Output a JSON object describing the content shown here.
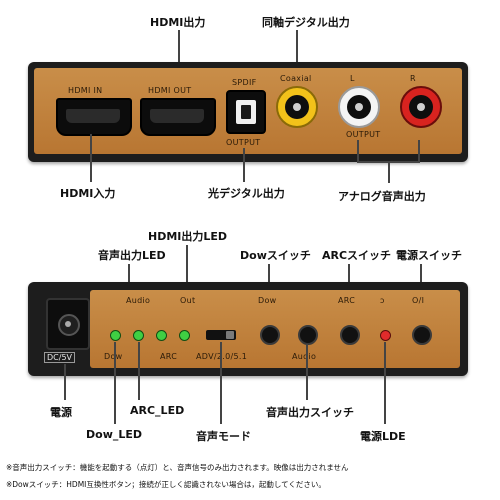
{
  "top": {
    "callout_hdmi_out": "HDMI出力",
    "callout_coaxial_out": "同軸デジタル出力",
    "callout_hdmi_in": "HDMI入力",
    "callout_optical": "光デジタル出力",
    "callout_analog": "アナログ音声出力",
    "silk_hdmi_in": "HDMI IN",
    "silk_hdmi_out": "HDMI OUT",
    "silk_spdif": "SPDIF",
    "silk_output_optical": "OUTPUT",
    "silk_coaxial": "Coaxial",
    "silk_l": "L",
    "silk_r": "R",
    "silk_output_rca": "OUTPUT"
  },
  "bottom": {
    "callout_hdmi_led": "HDMI出力LED",
    "callout_audio_led": "音声出力LED",
    "callout_dow_switch": "Dowスイッチ",
    "callout_arc_switch": "ARCスイッチ",
    "callout_power_switch": "電源スイッチ",
    "callout_power": "電源",
    "callout_arc_led": "ARC_LED",
    "callout_dow_led": "Dow_LED",
    "callout_audio_switch": "音声出力スイッチ",
    "callout_audio_mode": "音声モード",
    "callout_power_led": "電源LDE",
    "silk_audio": "Audio",
    "silk_out": "Out",
    "silk_dow_top": "Dow",
    "silk_arc_top": "ARC",
    "silk_power_sym": "ↄ",
    "silk_onoff": "O/I",
    "silk_dow_bottom": "Dow",
    "silk_arc_bottom": "ARC",
    "silk_adv": "ADV/2.0/5.1",
    "silk_audio_bottom": "Audio",
    "silk_dc": "DC/5V"
  },
  "notes": {
    "line1": "※音声出力スイッチ：機能を起動する（点灯）と、音声信号のみ出力されます。映像は出力されません",
    "line2": "※Dowスイッチ：HDMI互換性ボタン；接続が正しく認識されない場合は，起動してください。"
  },
  "colors": {
    "panel": "#1d1d1d",
    "faceplate": "#c08240",
    "rca_yellow": "#f2c21a",
    "rca_white": "#f4f4f4",
    "rca_red": "#d8231f",
    "led_green": "#3fcf43",
    "led_red": "#e02b2b"
  }
}
